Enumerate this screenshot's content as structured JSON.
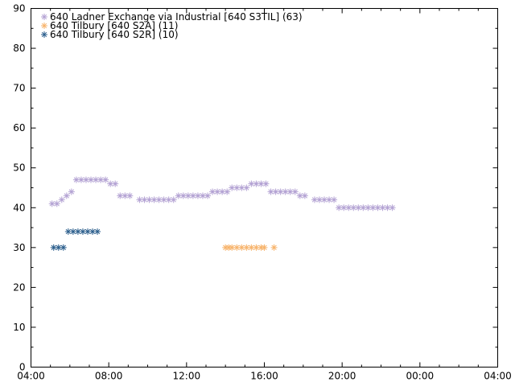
{
  "chart_data": {
    "type": "scatter",
    "x_is_time": true,
    "xlim": [
      "04:00",
      "04:00+1"
    ],
    "ylim": [
      0,
      90
    ],
    "xticks": [
      "04:00",
      "08:00",
      "12:00",
      "16:00",
      "20:00",
      "00:00",
      "04:00"
    ],
    "yticks": [
      0,
      10,
      20,
      30,
      40,
      50,
      60,
      70,
      80,
      90
    ],
    "grid": false,
    "legend_position": "top-left",
    "marker": "asterisk",
    "series": [
      {
        "name": "640 Ladner Exchange via Industrial [640 S3TIL] (63)",
        "color": "#b3a2d3",
        "points": [
          [
            "05:05",
            41
          ],
          [
            "05:20",
            41
          ],
          [
            "05:35",
            42
          ],
          [
            "05:50",
            43
          ],
          [
            "06:05",
            44
          ],
          [
            "06:20",
            47
          ],
          [
            "06:35",
            47
          ],
          [
            "06:50",
            47
          ],
          [
            "07:05",
            47
          ],
          [
            "07:20",
            47
          ],
          [
            "07:35",
            47
          ],
          [
            "07:50",
            47
          ],
          [
            "08:05",
            46
          ],
          [
            "08:20",
            46
          ],
          [
            "08:35",
            43
          ],
          [
            "08:50",
            43
          ],
          [
            "09:05",
            43
          ],
          [
            "09:35",
            42
          ],
          [
            "09:50",
            42
          ],
          [
            "10:05",
            42
          ],
          [
            "10:20",
            42
          ],
          [
            "10:35",
            42
          ],
          [
            "10:50",
            42
          ],
          [
            "11:05",
            42
          ],
          [
            "11:20",
            42
          ],
          [
            "11:35",
            43
          ],
          [
            "11:50",
            43
          ],
          [
            "12:05",
            43
          ],
          [
            "12:20",
            43
          ],
          [
            "12:35",
            43
          ],
          [
            "12:50",
            43
          ],
          [
            "13:05",
            43
          ],
          [
            "13:20",
            44
          ],
          [
            "13:35",
            44
          ],
          [
            "13:50",
            44
          ],
          [
            "14:05",
            44
          ],
          [
            "14:20",
            45
          ],
          [
            "14:35",
            45
          ],
          [
            "14:50",
            45
          ],
          [
            "15:05",
            45
          ],
          [
            "15:20",
            46
          ],
          [
            "15:35",
            46
          ],
          [
            "15:50",
            46
          ],
          [
            "16:05",
            46
          ],
          [
            "16:20",
            44
          ],
          [
            "16:35",
            44
          ],
          [
            "16:50",
            44
          ],
          [
            "17:05",
            44
          ],
          [
            "17:20",
            44
          ],
          [
            "17:35",
            44
          ],
          [
            "17:50",
            43
          ],
          [
            "18:05",
            43
          ],
          [
            "18:35",
            42
          ],
          [
            "18:50",
            42
          ],
          [
            "19:05",
            42
          ],
          [
            "19:20",
            42
          ],
          [
            "19:35",
            42
          ],
          [
            "19:50",
            40
          ],
          [
            "20:05",
            40
          ],
          [
            "20:20",
            40
          ],
          [
            "20:35",
            40
          ],
          [
            "20:50",
            40
          ],
          [
            "21:05",
            40
          ],
          [
            "21:20",
            40
          ],
          [
            "21:35",
            40
          ],
          [
            "21:50",
            40
          ],
          [
            "22:05",
            40
          ],
          [
            "22:20",
            40
          ],
          [
            "22:35",
            40
          ]
        ]
      },
      {
        "name": "640 Tilbury [640 S2A] (11)",
        "color": "#f7b36b",
        "points": [
          [
            "14:00",
            30
          ],
          [
            "14:10",
            30
          ],
          [
            "14:20",
            30
          ],
          [
            "14:35",
            30
          ],
          [
            "14:50",
            30
          ],
          [
            "15:05",
            30
          ],
          [
            "15:20",
            30
          ],
          [
            "15:35",
            30
          ],
          [
            "15:50",
            30
          ],
          [
            "16:00",
            30
          ],
          [
            "16:30",
            30
          ]
        ]
      },
      {
        "name": "640 Tilbury [640 S2R] (10)",
        "color": "#2b5e8c",
        "points": [
          [
            "05:10",
            30
          ],
          [
            "05:25",
            30
          ],
          [
            "05:40",
            30
          ],
          [
            "05:55",
            34
          ],
          [
            "06:10",
            34
          ],
          [
            "06:25",
            34
          ],
          [
            "06:40",
            34
          ],
          [
            "06:55",
            34
          ],
          [
            "07:10",
            34
          ],
          [
            "07:25",
            34
          ]
        ]
      }
    ]
  }
}
